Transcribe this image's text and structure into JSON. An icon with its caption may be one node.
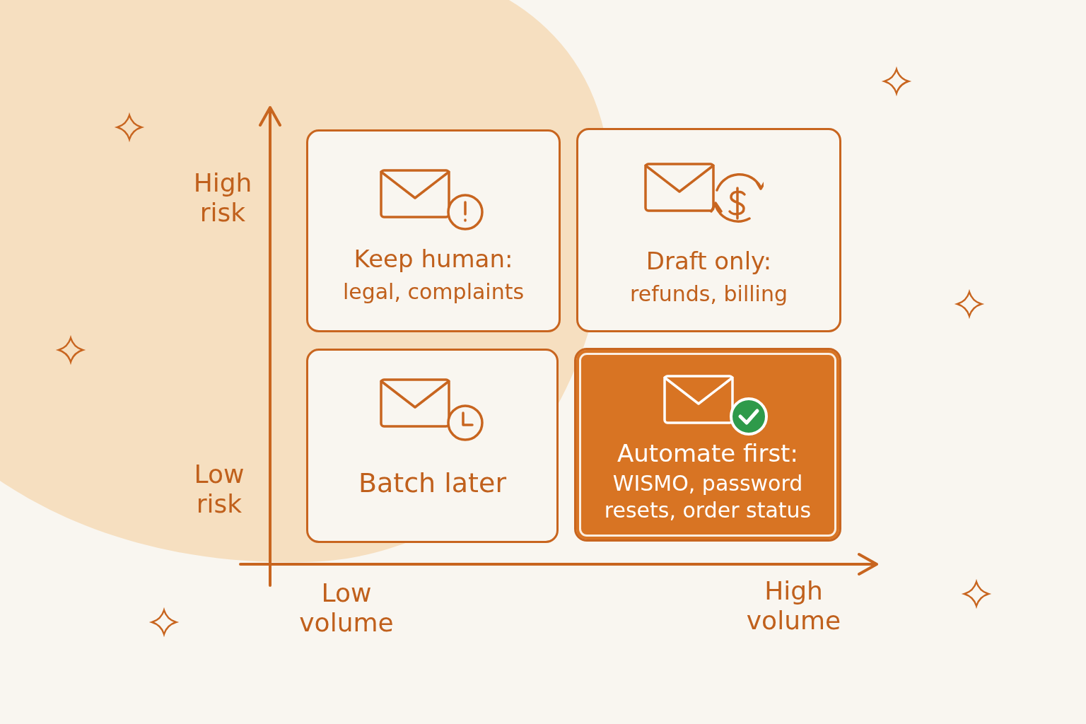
{
  "diagram": {
    "nodes": [
      {
        "text": [
          "Keep human:",
          "legal, complaints"
        ]
      },
      {
        "text": [
          "Draft only:",
          "refunds, billing"
        ]
      },
      {
        "text": [
          "Batch later"
        ]
      },
      {
        "text": [
          "Automate first:",
          "WISMO, password resets, order status"
        ]
      }
    ],
    "labels": [
      "High risk",
      "Low risk",
      "Low volume",
      "High volume"
    ]
  }
}
